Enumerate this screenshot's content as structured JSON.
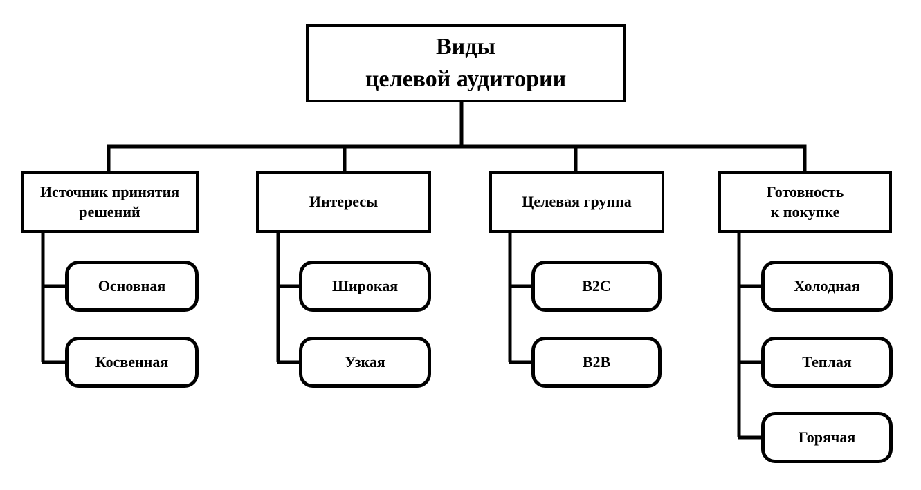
{
  "diagram": {
    "title": "Виды\nцелевой аудитории",
    "branches": [
      {
        "label": "Источник принятия\nрешений",
        "children": [
          "Основная",
          "Косвенная"
        ]
      },
      {
        "label": "Интересы",
        "children": [
          "Широкая",
          "Узкая"
        ]
      },
      {
        "label": "Целевая группа",
        "children": [
          "B2C",
          "B2B"
        ]
      },
      {
        "label": "Готовность\nк покупке",
        "children": [
          "Холодная",
          "Теплая",
          "Горячая"
        ]
      }
    ],
    "colors": {
      "line": "#000000",
      "box_border": "#000000",
      "box_fill": "#ffffff",
      "background": "#ffffff",
      "text": "#000000"
    }
  }
}
